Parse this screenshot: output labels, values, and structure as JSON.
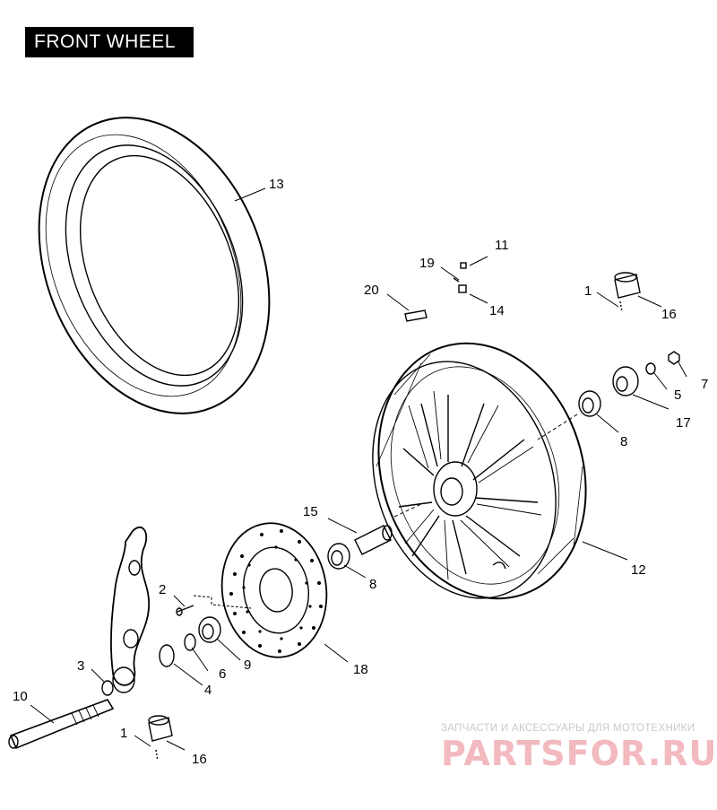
{
  "title": "FRONT WHEEL",
  "callouts": [
    {
      "id": "c13",
      "label": "13"
    },
    {
      "id": "c11",
      "label": "11"
    },
    {
      "id": "c19",
      "label": "19"
    },
    {
      "id": "c20",
      "label": "20"
    },
    {
      "id": "c14",
      "label": "14"
    },
    {
      "id": "c1a",
      "label": "1"
    },
    {
      "id": "c16a",
      "label": "16"
    },
    {
      "id": "c7",
      "label": "7"
    },
    {
      "id": "c5",
      "label": "5"
    },
    {
      "id": "c17",
      "label": "17"
    },
    {
      "id": "c8a",
      "label": "8"
    },
    {
      "id": "c15",
      "label": "15"
    },
    {
      "id": "c8b",
      "label": "8"
    },
    {
      "id": "c12",
      "label": "12"
    },
    {
      "id": "c2",
      "label": "2"
    },
    {
      "id": "c9",
      "label": "9"
    },
    {
      "id": "c3",
      "label": "3"
    },
    {
      "id": "c6",
      "label": "6"
    },
    {
      "id": "c4",
      "label": "4"
    },
    {
      "id": "c18",
      "label": "18"
    },
    {
      "id": "c10",
      "label": "10"
    },
    {
      "id": "c1b",
      "label": "1"
    },
    {
      "id": "c16b",
      "label": "16"
    }
  ],
  "watermark": {
    "tagline": "ЗАПЧАСТИ И АКСЕССУАРЫ ДЛЯ МОТОТЕХНИКИ",
    "brand": "PARTSFOR.RU"
  },
  "colors": {
    "line": "#000000",
    "title_bg": "#000000",
    "title_fg": "#ffffff",
    "watermark_brand": "#f2b9bf",
    "watermark_tagline": "#c9c9c9"
  }
}
